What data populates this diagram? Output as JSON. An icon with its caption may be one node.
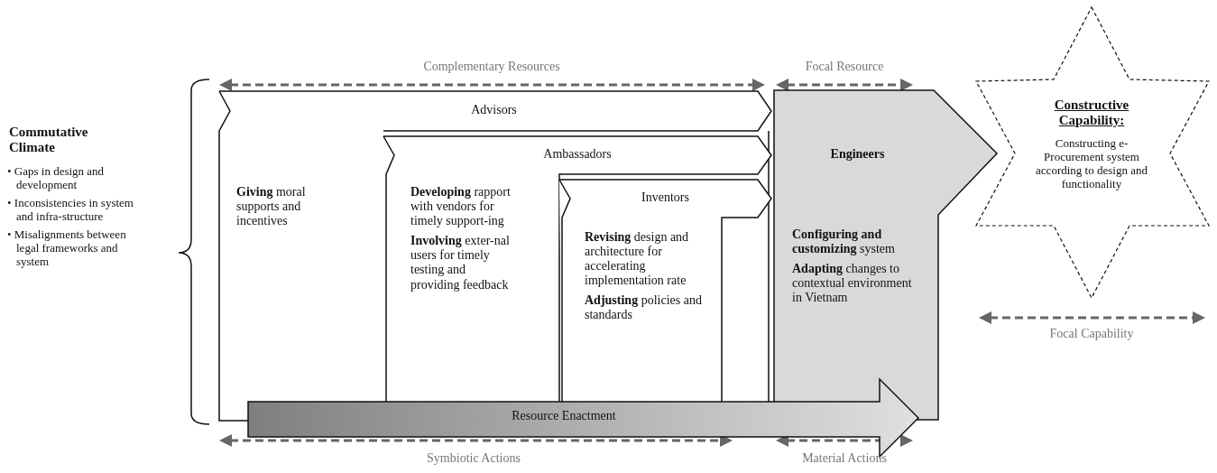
{
  "diagram": {
    "nodes": [
      {
        "text": [
          "Advisors",
          "**Giving** moral supports and incentives"
        ]
      },
      {
        "text": [
          "Ambassadors",
          "**Developing** rapport with vendors for timely support-ing",
          "**Involving** exter-nal users for timely testing and providing feedback"
        ],
        "in": 0
      },
      {
        "text": [
          "Inventors",
          "**Revising** design and architecture for accelerating implementation rate",
          "**Adjusting** policies and standards"
        ],
        "in": 1
      },
      {
        "text": [
          "Engineers",
          "**Configuring and customizing** system",
          "**Adapting** changes to contextual environment in Vietnam"
        ]
      },
      {
        "text": [
          "Constructive Capability:",
          "Constructing e-Procurement system according to design and functionality"
        ]
      },
      {
        "text": [
          "Resource Enactment"
        ]
      }
    ],
    "edges": [],
    "labels": [
      "Complementary Resources",
      "Focal Resource",
      "Commutative Climate",
      "• Gaps in design and development",
      "• Inconsistencies in system and infra-structure",
      "• Misalignments between legal frameworks and system",
      "Focal Capability",
      "Symbiotic Actions",
      "Material Actions"
    ]
  }
}
